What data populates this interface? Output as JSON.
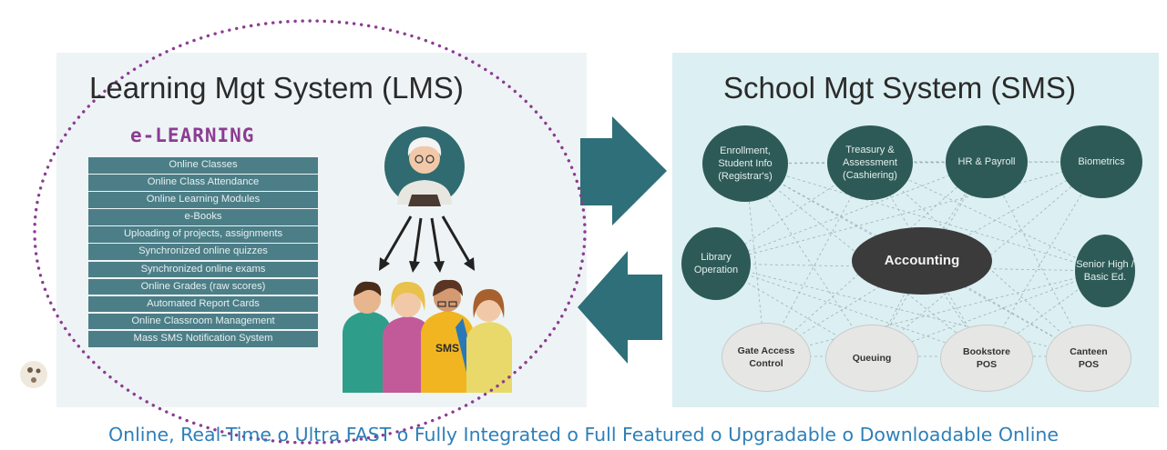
{
  "lms": {
    "title": "Learning Mgt System (LMS)",
    "subtitle": "e-LEARNING",
    "features": [
      "Online Classes",
      "Online Class Attendance",
      "Online Learning Modules",
      "e-Books",
      "Uploading of projects, assignments",
      "Synchronized online quizzes",
      "Synchronized online exams",
      "Online Grades (raw scores)",
      "Automated Report Cards",
      "Online Classroom Management",
      "Mass SMS Notification System"
    ],
    "shirt_text": "SMS"
  },
  "sms": {
    "title": "School Mgt System (SMS)",
    "nodes": {
      "enrollment": [
        "Enrollment,",
        "Student Info",
        "(Registrar's)"
      ],
      "treasury": [
        "Treasury &",
        "Assessment",
        "(Cashiering)"
      ],
      "hr": [
        "HR & Payroll"
      ],
      "biometrics": [
        "Biometrics"
      ],
      "library": [
        "Library",
        "Operation"
      ],
      "accounting": [
        "Accounting"
      ],
      "senior": [
        "Senior High /",
        "Basic Ed."
      ],
      "gate": [
        "Gate Access",
        "Control"
      ],
      "queuing": [
        "Queuing"
      ],
      "bookstore": [
        "Bookstore",
        "POS"
      ],
      "canteen": [
        "Canteen",
        "POS"
      ]
    }
  },
  "footer": "Online, Real-Time o Ultra FAST o Fully Integrated o Full Featured o Upgradable o Downloadable Online",
  "colors": {
    "feature_bg": "#4c7e87",
    "node_dark": "#2d5a56",
    "arrow": "#2e6f79",
    "accent_purple": "#8c3c93",
    "footer_blue": "#2e7fb8"
  }
}
